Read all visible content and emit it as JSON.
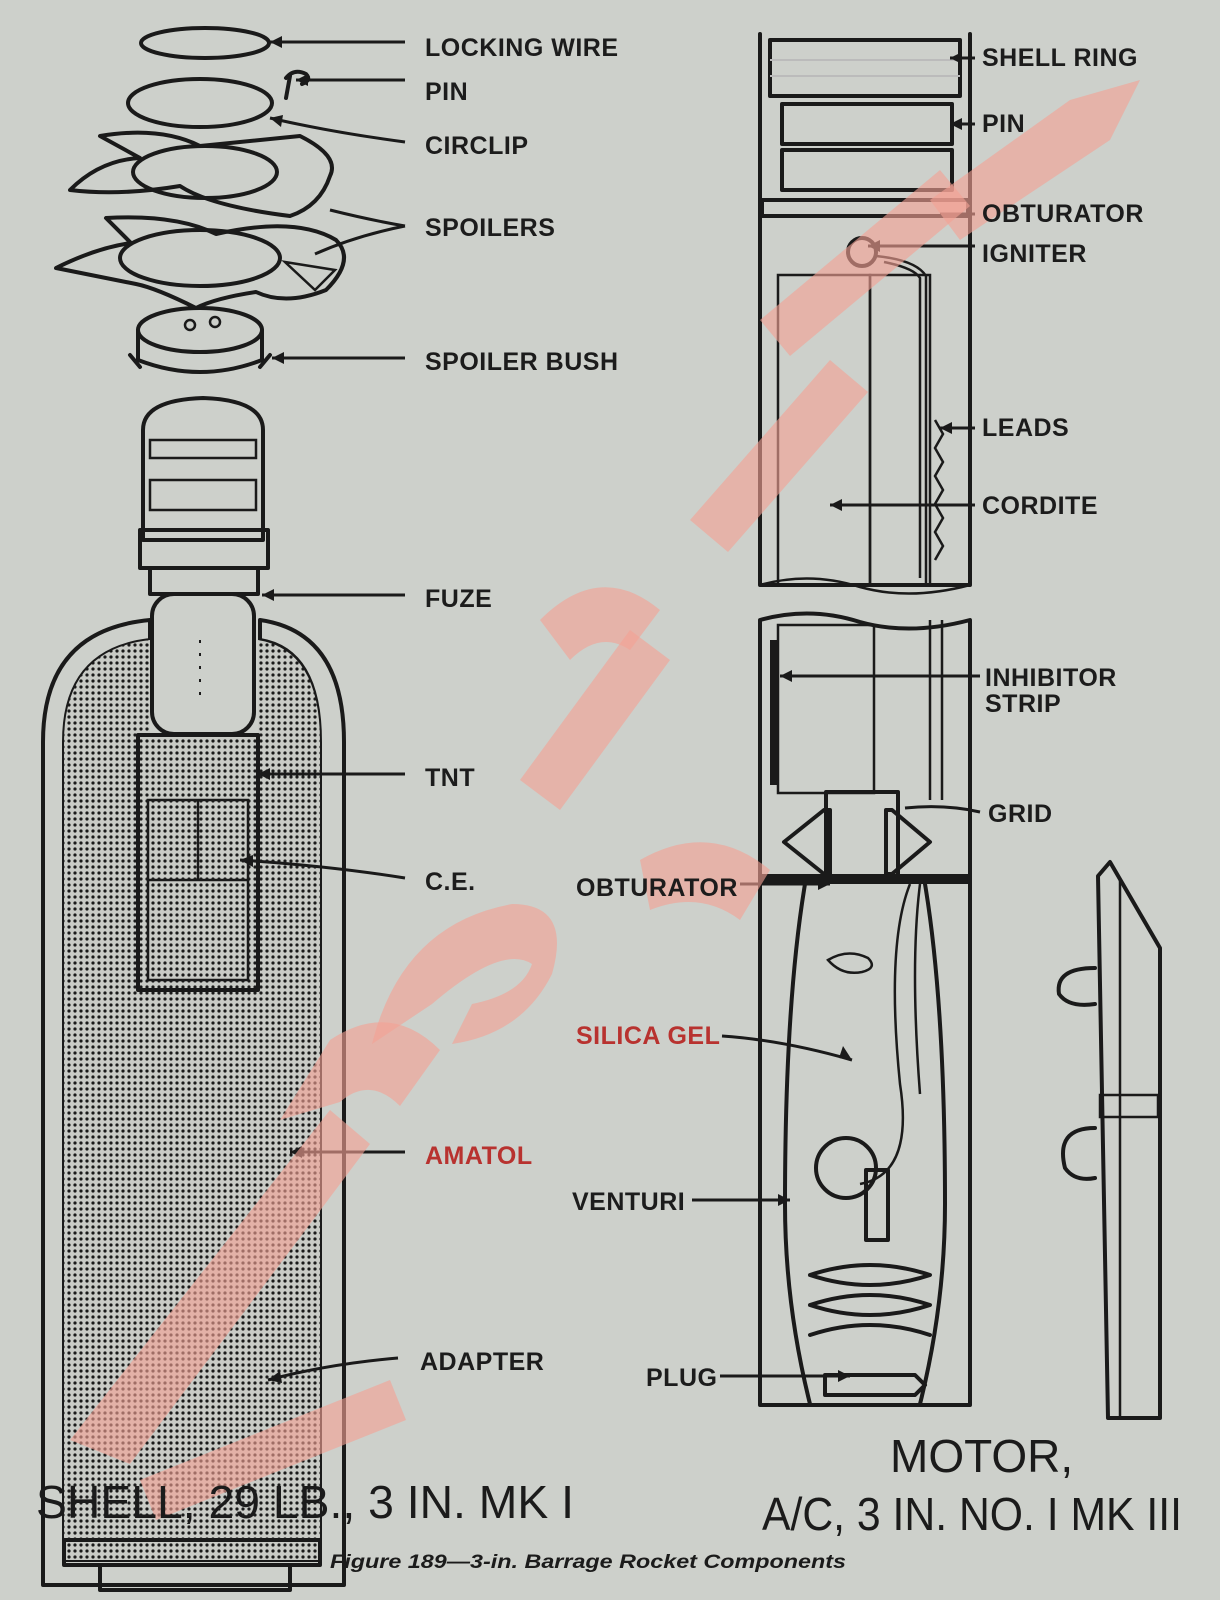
{
  "left_labels": {
    "locking_wire": "LOCKING WIRE",
    "pin": "PIN",
    "circlip": "CIRCLIP",
    "spoilers": "SPOILERS",
    "spoiler_bush": "SPOILER BUSH",
    "fuze": "FUZE",
    "tnt": "TNT",
    "ce": "C.E.",
    "amatol": "AMATOL",
    "adapter": "ADAPTER"
  },
  "right_labels": {
    "shell_ring": "SHELL RING",
    "pin": "PIN",
    "obturator_top": "OBTURATOR",
    "igniter": "IGNITER",
    "leads": "LEADS",
    "cordite": "CORDITE",
    "inhibitor_line1": "INHIBITOR",
    "inhibitor_line2": "STRIP",
    "grid": "GRID",
    "obturator_mid": "OBTURATOR",
    "silica_gel": "SILICA GEL",
    "venturi": "VENTURI",
    "plug": "PLUG"
  },
  "titles": {
    "shell": "SHELL, 29 LB., 3 IN. MK I",
    "motor_line1": "MOTOR,",
    "motor_line2": "A/C, 3 IN. NO. I MK III"
  },
  "caption": "Figure 189—3-in. Barrage Rocket Components",
  "colors": {
    "paper": "#cdd0cb",
    "ink": "#1a1a1a",
    "watermark": "#f4a195"
  }
}
